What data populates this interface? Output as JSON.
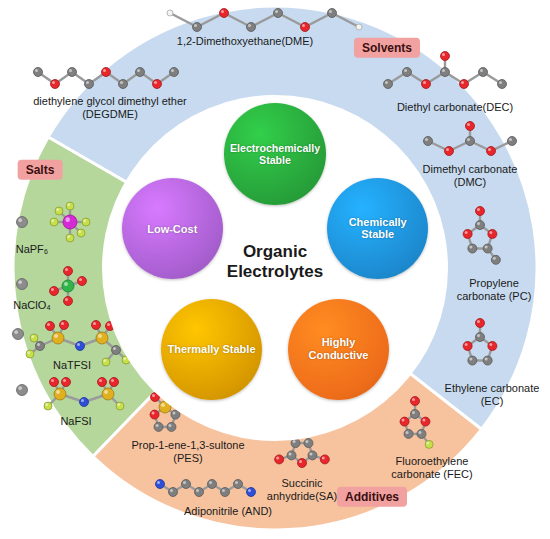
{
  "diagram": {
    "nodes": [
      {
        "text": [
          "Solvents",
          "1,2-Dimethoxyethane(DME)",
          "diethylene glycol dimethyl ether (DEGDME)",
          "Diethyl carbonate(DEC)",
          "Dimethyl carbonate (DMC)",
          "Propylene carbonate (PC)",
          "Ethylene carbonate (EC)"
        ]
      },
      {
        "text": [
          "Salts",
          "NaPF₆",
          "NaClO₄",
          "NaTFSI",
          "NaFSI"
        ]
      },
      {
        "text": [
          "Additives",
          "Prop-1-ene-1,3-sultone (PES)",
          "Succinic anhydride(SA)",
          "Fluoroethylene carbonate (FEC)",
          "Adiponitrile (AND)"
        ]
      },
      {
        "text": [
          "Organic Electrolytes"
        ]
      },
      {
        "text": [
          "Electrochemically Stable"
        ],
        "in": 3
      },
      {
        "text": [
          "Chemically Stable"
        ],
        "in": 3
      },
      {
        "text": [
          "Highly Conductive"
        ],
        "in": 3
      },
      {
        "text": [
          "Thermally Stable"
        ],
        "in": 3
      },
      {
        "text": [
          "Low-Cost"
        ],
        "in": 3
      }
    ]
  }
}
